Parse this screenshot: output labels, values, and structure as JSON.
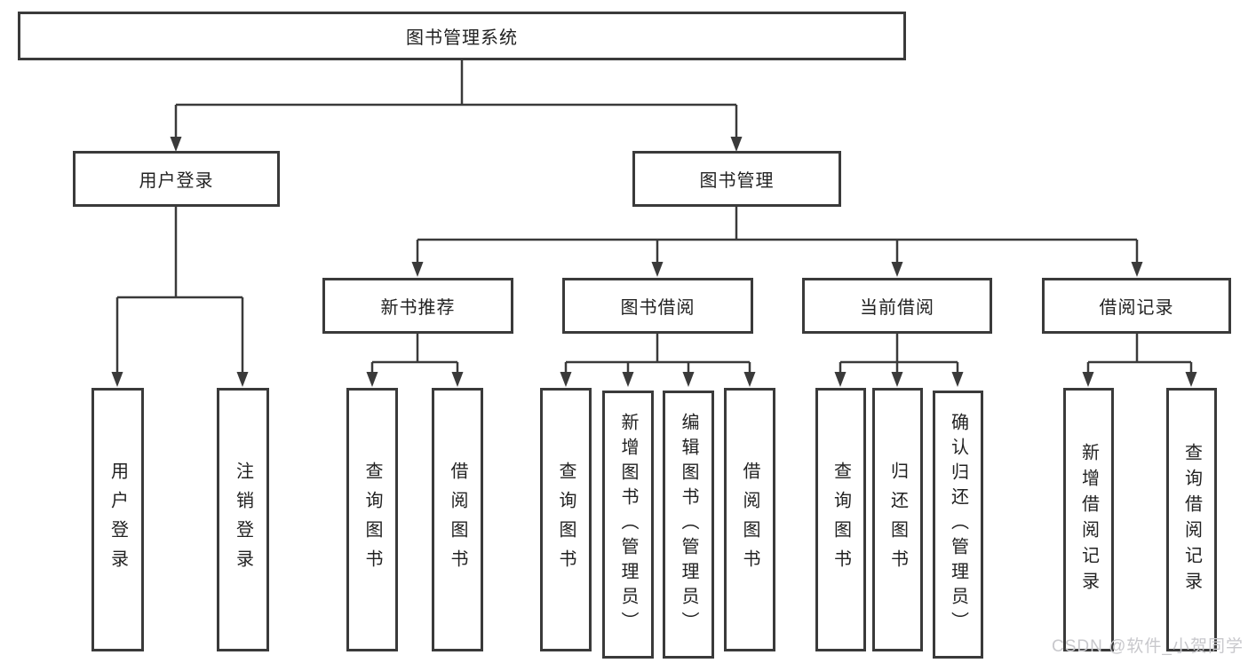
{
  "colors": {
    "line": "#3a3a3a",
    "box_border": "#3a3a3a",
    "text": "#222222",
    "background": "#ffffff",
    "watermark": "#c8c8cc"
  },
  "watermark": "CSDN @软件_小贺同学",
  "tree": {
    "root": "图书管理系统",
    "login": {
      "label": "用户登录",
      "children": [
        "用户登录",
        "注销登录"
      ]
    },
    "management": {
      "label": "图书管理",
      "groups": [
        {
          "label": "新书推荐",
          "children": [
            "查询图书",
            "借阅图书"
          ]
        },
        {
          "label": "图书借阅",
          "children": [
            "查询图书",
            "新增图书（管理员）",
            "编辑图书（管理员）",
            "借阅图书"
          ]
        },
        {
          "label": "当前借阅",
          "children": [
            "查询图书",
            "归还图书",
            "确认归还（管理员）"
          ]
        },
        {
          "label": "借阅记录",
          "children": [
            "新增借阅记录",
            "查询借阅记录"
          ]
        }
      ]
    }
  }
}
